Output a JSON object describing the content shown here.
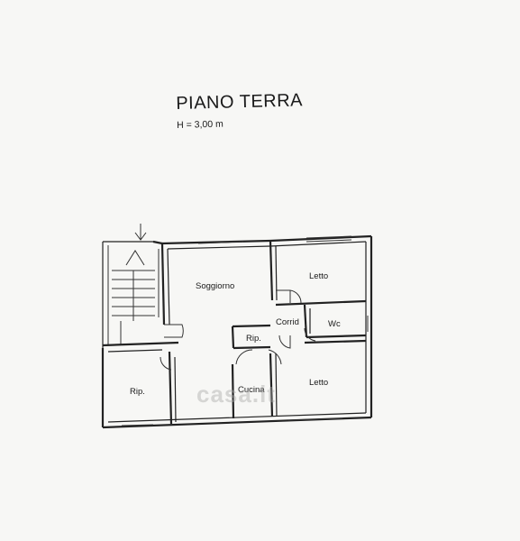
{
  "header": {
    "title": "PIANO TERRA",
    "height_note": "H = 3,00 m"
  },
  "rooms": {
    "soggiorno": "Soggiorno",
    "letto_top": "Letto",
    "corridoio": "Corrid",
    "wc": "Wc",
    "ripostiglio_small": "Rip.",
    "ripostiglio_left": "Rip.",
    "cucina": "Cucina",
    "letto_bottom": "Letto"
  },
  "watermark": "casa.it"
}
